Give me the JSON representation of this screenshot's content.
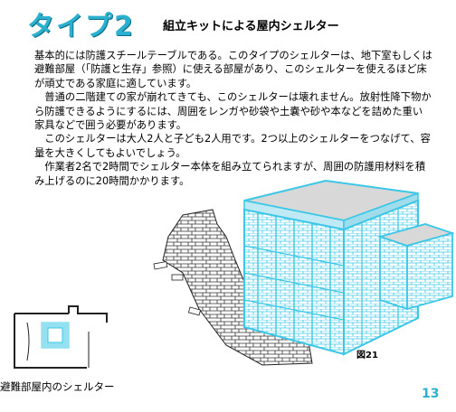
{
  "header": {
    "type_title": "タイプ2",
    "subtitle": "組立キットによる屋内シェルター"
  },
  "body": {
    "paragraphs": [
      "基本的には防護スチールテーブルである。このタイプのシェルターは、地下室もしくは避難部屋（「防護と生存」参照）に使える部屋があり、このシェルターを使えるほど床が頑丈である家庭に適しています。",
      "普通の二階建ての家が崩れてきても、このシェルターは壊れません。放射性降下物から防護できるようにするには、周囲をレンガや砂袋や土嚢や砂や本などを詰めた重い家具などで囲う必要があります。",
      "このシェルターは大人2人と子ども2人用です。2つ以上のシェルターをつなげて、容量を大きくしてもよいでしょう。",
      "作業者2名で2時間でシェルター本体を組み立てられますが、周囲の防護用材料を積み上げるのに20時間かかります。"
    ]
  },
  "figure": {
    "label": "図21"
  },
  "caption": "避難部屋内のシェルター",
  "page_number": "13",
  "colors": {
    "accent": "#2bb0cf",
    "cyan_shelter": "#3cc7e6"
  }
}
